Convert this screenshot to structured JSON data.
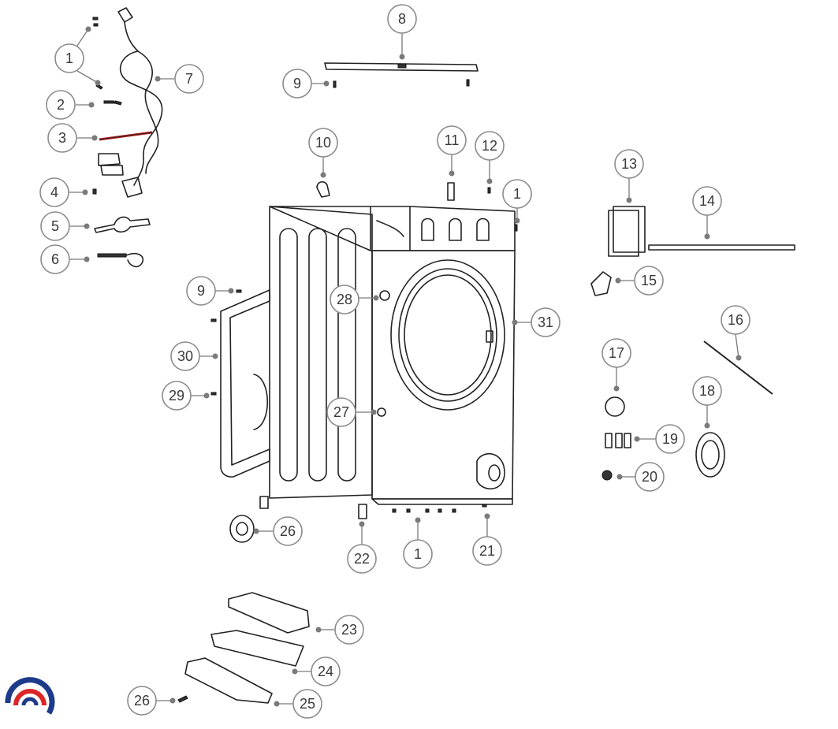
{
  "accent_color": "#8c8c8c",
  "logo": {
    "name": "brand-logo",
    "colors": [
      "#1e3a8a",
      "#dc2626"
    ]
  },
  "callouts": [
    {
      "id": "c1a",
      "label": "1"
    },
    {
      "id": "c2",
      "label": "2"
    },
    {
      "id": "c3",
      "label": "3"
    },
    {
      "id": "c4",
      "label": "4"
    },
    {
      "id": "c5",
      "label": "5"
    },
    {
      "id": "c6",
      "label": "6"
    },
    {
      "id": "c7",
      "label": "7"
    },
    {
      "id": "c8",
      "label": "8"
    },
    {
      "id": "c9a",
      "label": "9"
    },
    {
      "id": "c9b",
      "label": "9"
    },
    {
      "id": "c10",
      "label": "10"
    },
    {
      "id": "c11",
      "label": "11"
    },
    {
      "id": "c12",
      "label": "12"
    },
    {
      "id": "c1b",
      "label": "1"
    },
    {
      "id": "c13",
      "label": "13"
    },
    {
      "id": "c14",
      "label": "14"
    },
    {
      "id": "c15",
      "label": "15"
    },
    {
      "id": "c16",
      "label": "16"
    },
    {
      "id": "c17",
      "label": "17"
    },
    {
      "id": "c18",
      "label": "18"
    },
    {
      "id": "c19",
      "label": "19"
    },
    {
      "id": "c20",
      "label": "20"
    },
    {
      "id": "c21",
      "label": "21"
    },
    {
      "id": "c1c",
      "label": "1"
    },
    {
      "id": "c22",
      "label": "22"
    },
    {
      "id": "c26a",
      "label": "26"
    },
    {
      "id": "c27",
      "label": "27"
    },
    {
      "id": "c28",
      "label": "28"
    },
    {
      "id": "c29",
      "label": "29"
    },
    {
      "id": "c30",
      "label": "30"
    },
    {
      "id": "c31",
      "label": "31"
    },
    {
      "id": "c23",
      "label": "23"
    },
    {
      "id": "c24",
      "label": "24"
    },
    {
      "id": "c25",
      "label": "25"
    },
    {
      "id": "c26b",
      "label": "26"
    }
  ]
}
